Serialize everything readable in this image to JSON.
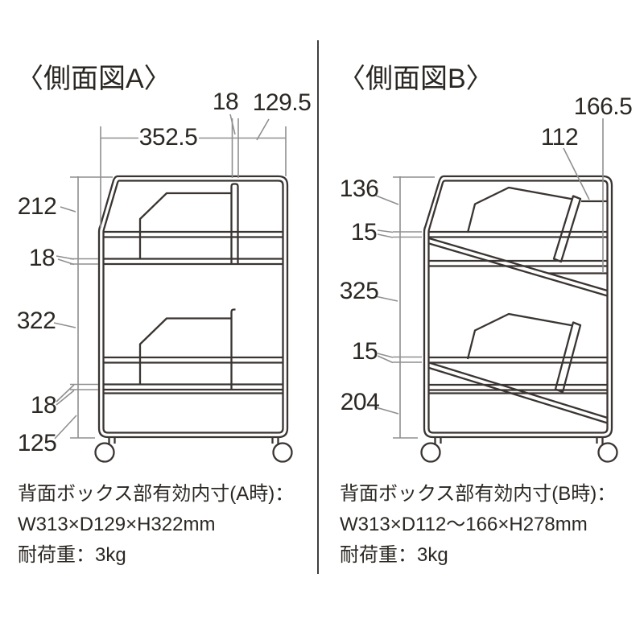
{
  "colors": {
    "line_art": "#3a3432",
    "dimension_lines": "#8f8f8f",
    "panel_divider": "#3f3f3f",
    "text": "#2b2723",
    "background": "#ffffff"
  },
  "view_a": {
    "title": "〈側面図A〉",
    "dims": {
      "width_top": "352.5",
      "divider_thickness_top": "18",
      "rear_box_depth": "129.5",
      "left": [
        "212",
        "18",
        "322",
        "18",
        "125"
      ]
    },
    "notes": {
      "line1": "背面ボックス部有効内寸(A時)：",
      "line2": "W313×D129×H322mm",
      "line3": "耐荷重：3kg"
    }
  },
  "view_b": {
    "title": "〈側面図B〉",
    "dims": {
      "rear_box_depth_max": "166.5",
      "rear_box_depth_min": "112",
      "left": [
        "136",
        "15",
        "325",
        "15",
        "204"
      ]
    },
    "notes": {
      "line1": "背面ボックス部有効内寸(B時)：",
      "line2": "W313×D112～166×H278mm",
      "line3": "耐荷重：3kg"
    }
  }
}
